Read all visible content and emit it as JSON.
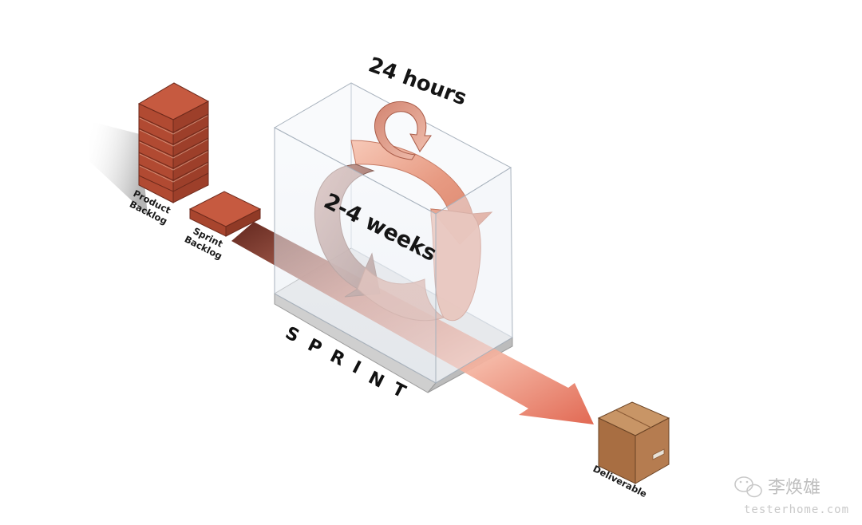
{
  "labels": {
    "product_backlog_line1": "Product",
    "product_backlog_line2": "Backlog",
    "sprint_backlog_line1": "Sprint",
    "sprint_backlog_line2": "Backlog",
    "daily_cycle": "24 hours",
    "sprint_cycle": "2-4 weeks",
    "sprint_letters": [
      "S",
      "P",
      "R",
      "I",
      "N",
      "T"
    ],
    "deliverable": "Deliverable"
  },
  "watermark": {
    "name": "李焕雄",
    "site": "testerhome.com"
  },
  "colors": {
    "brick": "#b24c33",
    "brick_top": "#c45a3e",
    "brick_side": "#8f3a25",
    "arrow_light": "#f0b6a0",
    "arrow_dark": "#7a2f1f",
    "cycle": "#e8a48c",
    "box_glass": "#e7eef5",
    "platform": "#d7d7d7",
    "deliverable_box": "#b57c50"
  }
}
